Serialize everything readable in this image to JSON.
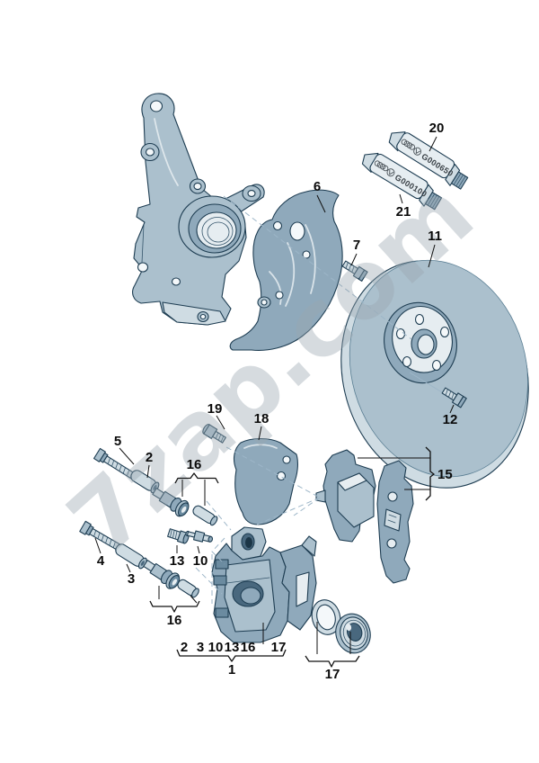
{
  "watermark": "7zap.com",
  "colors": {
    "outline": "#1e3d52",
    "part_fill": "#abc0cd",
    "dash_line": "#9db6c8",
    "watermark": "#9aa7b0",
    "label": "#0a0a0a"
  },
  "tube_codes": {
    "upper": "G000650",
    "lower": "G000100"
  },
  "callouts": {
    "grease_upper": "20",
    "grease_lower": "21",
    "shield": "6",
    "shield_screw": "7",
    "disc": "11",
    "disc_screw": "12",
    "pads": "15",
    "cover": "18",
    "cover_screw": "19",
    "guide_bolt_upper": "5",
    "bush_upper": "2",
    "guide_set_upper": "16",
    "guide_bolt_lower": "4",
    "bush_lower": "3",
    "guide_set_lower": "16",
    "plug": "13",
    "bleed_valve": "10",
    "repair_kit": "17",
    "caliper_assembly": "1",
    "caliper_row": [
      "2",
      "3",
      "10",
      "13",
      "16",
      "17"
    ]
  }
}
